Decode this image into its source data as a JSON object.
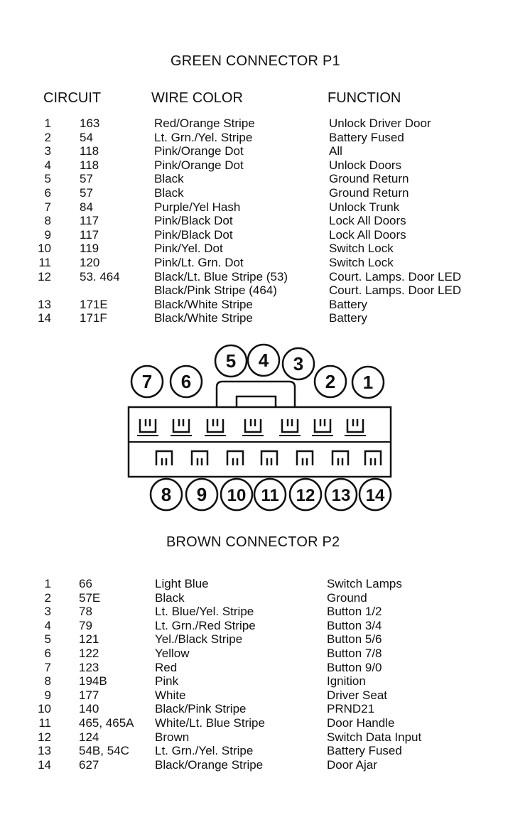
{
  "p1": {
    "title": "GREEN CONNECTOR P1",
    "headers": {
      "circuit": "CIRCUIT",
      "wire_color": "WIRE COLOR",
      "function": "FUNCTION"
    },
    "rows": [
      {
        "num": "1",
        "circuit": "163",
        "wire": "Red/Orange Stripe",
        "function": "Unlock Driver Door"
      },
      {
        "num": "2",
        "circuit": "54",
        "wire": "Lt. Grn./Yel. Stripe",
        "function": "Battery Fused"
      },
      {
        "num": "3",
        "circuit": "118",
        "wire": "Pink/Orange Dot",
        "function": "All"
      },
      {
        "num": "4",
        "circuit": "118",
        "wire": "Pink/Orange Dot",
        "function": "Unlock Doors"
      },
      {
        "num": "5",
        "circuit": "57",
        "wire": "Black",
        "function": "Ground Return"
      },
      {
        "num": "6",
        "circuit": "57",
        "wire": "Black",
        "function": "Ground Return"
      },
      {
        "num": "7",
        "circuit": "84",
        "wire": "Purple/Yel Hash",
        "function": "Unlock Trunk"
      },
      {
        "num": "8",
        "circuit": "117",
        "wire": "Pink/Black Dot",
        "function": "Lock All Doors"
      },
      {
        "num": "9",
        "circuit": "117",
        "wire": "Pink/Black Dot",
        "function": "Lock All Doors"
      },
      {
        "num": "10",
        "circuit": "119",
        "wire": "Pink/Yel. Dot",
        "function": "Switch Lock"
      },
      {
        "num": "11",
        "circuit": "120",
        "wire": "Pink/Lt. Grn. Dot",
        "function": "Switch Lock"
      },
      {
        "num": "12",
        "circuit": "53. 464",
        "wire": "Black/Lt. Blue Stripe (53)",
        "function": "Court. Lamps. Door LED"
      },
      {
        "num": "",
        "circuit": "",
        "wire": "Black/Pink Stripe (464)",
        "function": "Court. Lamps. Door LED"
      },
      {
        "num": "13",
        "circuit": "171E",
        "wire": "Black/White Stripe",
        "function": "Battery"
      },
      {
        "num": "14",
        "circuit": "171F",
        "wire": "Black/White Stripe",
        "function": "Battery"
      }
    ]
  },
  "pins": {
    "top": [
      "1",
      "2",
      "3",
      "4",
      "5",
      "6",
      "7"
    ],
    "bottom": [
      "8",
      "9",
      "10",
      "11",
      "12",
      "13",
      "14"
    ]
  },
  "p2": {
    "title": "BROWN CONNECTOR P2",
    "rows": [
      {
        "num": "1",
        "circuit": "66",
        "wire": "Light Blue",
        "function": "Switch Lamps"
      },
      {
        "num": "2",
        "circuit": "57E",
        "wire": "Black",
        "function": "Ground"
      },
      {
        "num": "3",
        "circuit": "78",
        "wire": "Lt. Blue/Yel. Stripe",
        "function": "Button 1/2"
      },
      {
        "num": "4",
        "circuit": "79",
        "wire": "Lt. Grn./Red Stripe",
        "function": "Button 3/4"
      },
      {
        "num": "5",
        "circuit": "121",
        "wire": "Yel./Black Stripe",
        "function": "Button 5/6"
      },
      {
        "num": "6",
        "circuit": "122",
        "wire": "Yellow",
        "function": "Button 7/8"
      },
      {
        "num": "7",
        "circuit": "123",
        "wire": "Red",
        "function": "Button 9/0"
      },
      {
        "num": "8",
        "circuit": "194B",
        "wire": "Pink",
        "function": "Ignition"
      },
      {
        "num": "9",
        "circuit": "177",
        "wire": "White",
        "function": "Driver Seat"
      },
      {
        "num": "10",
        "circuit": "140",
        "wire": "Black/Pink Stripe",
        "function": "PRND21"
      },
      {
        "num": "11",
        "circuit": "465, 465A",
        "wire": "White/Lt. Blue Stripe",
        "function": "Door Handle"
      },
      {
        "num": "12",
        "circuit": "124",
        "wire": "Brown",
        "function": "Switch Data Input"
      },
      {
        "num": "13",
        "circuit": "54B, 54C",
        "wire": "Lt. Grn./Yel. Stripe",
        "function": "Battery Fused"
      },
      {
        "num": "14",
        "circuit": "627",
        "wire": "Black/Orange Stripe",
        "function": "Door Ajar"
      }
    ]
  }
}
